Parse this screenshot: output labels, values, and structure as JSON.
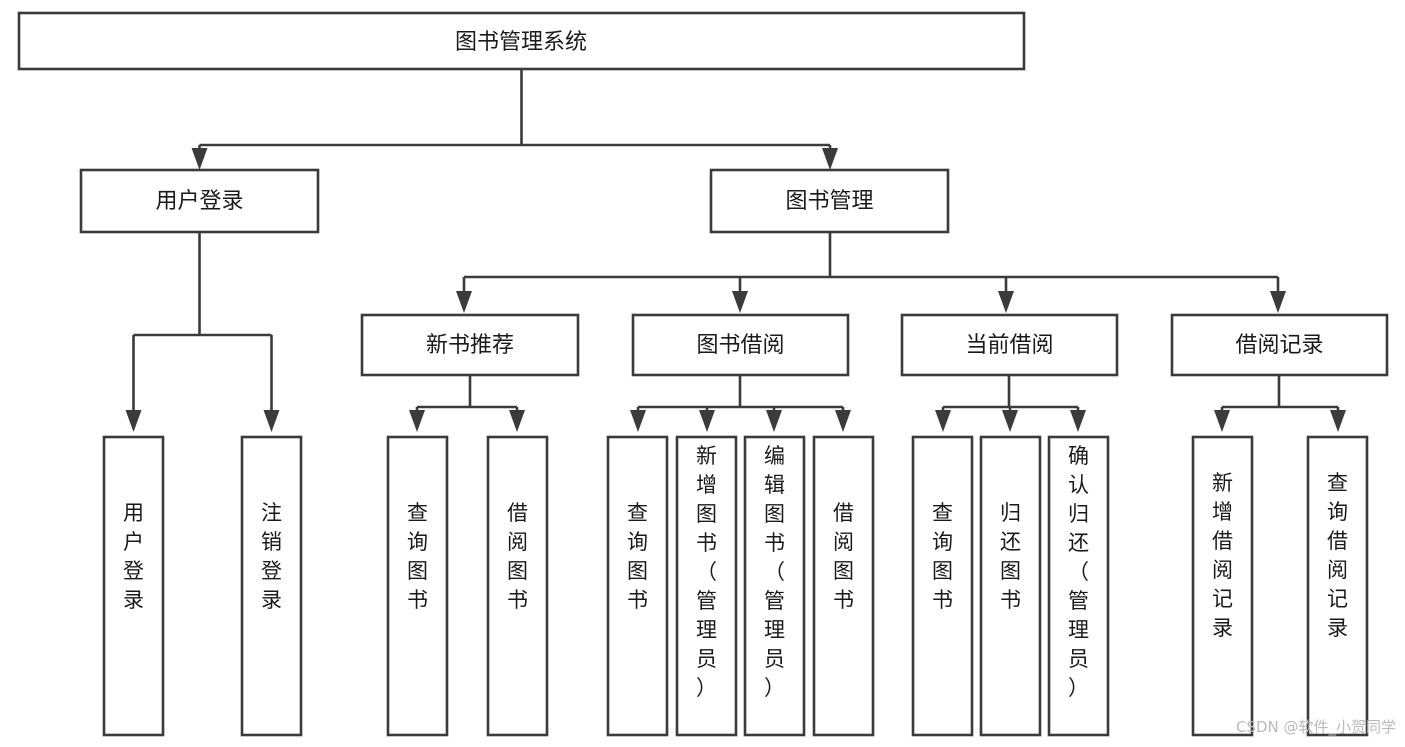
{
  "diagram": {
    "title": "图书管理系统",
    "type": "tree-hierarchy-diagram",
    "root": {
      "id": "root",
      "label": "图书管理系统",
      "orientation": "horizontal"
    },
    "level2": [
      {
        "id": "user-login",
        "label": "用户登录",
        "orientation": "horizontal"
      },
      {
        "id": "book-management",
        "label": "图书管理",
        "orientation": "horizontal"
      }
    ],
    "level3": [
      {
        "id": "new-book-recommend",
        "label": "新书推荐",
        "orientation": "horizontal",
        "parent": "book-management"
      },
      {
        "id": "book-borrow",
        "label": "图书借阅",
        "orientation": "horizontal",
        "parent": "book-management"
      },
      {
        "id": "current-borrow",
        "label": "当前借阅",
        "orientation": "horizontal",
        "parent": "book-management"
      },
      {
        "id": "borrow-record",
        "label": "借阅记录",
        "orientation": "horizontal",
        "parent": "book-management"
      }
    ],
    "leaves": [
      {
        "id": "leaf-user-login",
        "label": "用户登录",
        "parent": "user-login",
        "orientation": "vertical"
      },
      {
        "id": "leaf-user-logout",
        "label": "注销登录",
        "parent": "user-login",
        "orientation": "vertical"
      },
      {
        "id": "leaf-query-book-1",
        "label": "查询图书",
        "parent": "new-book-recommend",
        "orientation": "vertical"
      },
      {
        "id": "leaf-borrow-book-1",
        "label": "借阅图书",
        "parent": "new-book-recommend",
        "orientation": "vertical"
      },
      {
        "id": "leaf-query-book-2",
        "label": "查询图书",
        "parent": "book-borrow",
        "orientation": "vertical"
      },
      {
        "id": "leaf-add-book",
        "label": "新增图书（管理员）",
        "parent": "book-borrow",
        "orientation": "vertical"
      },
      {
        "id": "leaf-edit-book",
        "label": "编辑图书（管理员）",
        "parent": "book-borrow",
        "orientation": "vertical"
      },
      {
        "id": "leaf-borrow-book-2",
        "label": "借阅图书",
        "parent": "book-borrow",
        "orientation": "vertical"
      },
      {
        "id": "leaf-query-book-3",
        "label": "查询图书",
        "parent": "current-borrow",
        "orientation": "vertical"
      },
      {
        "id": "leaf-return-book",
        "label": "归还图书",
        "parent": "current-borrow",
        "orientation": "vertical"
      },
      {
        "id": "leaf-confirm-return",
        "label": "确认归还（管理员）",
        "parent": "current-borrow",
        "orientation": "vertical"
      },
      {
        "id": "leaf-add-record",
        "label": "新增借阅记录",
        "parent": "borrow-record",
        "orientation": "vertical"
      },
      {
        "id": "leaf-query-record",
        "label": "查询借阅记录",
        "parent": "borrow-record",
        "orientation": "vertical"
      }
    ],
    "watermark": "CSDN @软件_小贺同学",
    "colors": {
      "stroke": "#3b3b3b",
      "fill": "#ffffff",
      "text": "#1a1a1a",
      "watermark": "#b9b9b9",
      "background": "#ffffff"
    }
  }
}
